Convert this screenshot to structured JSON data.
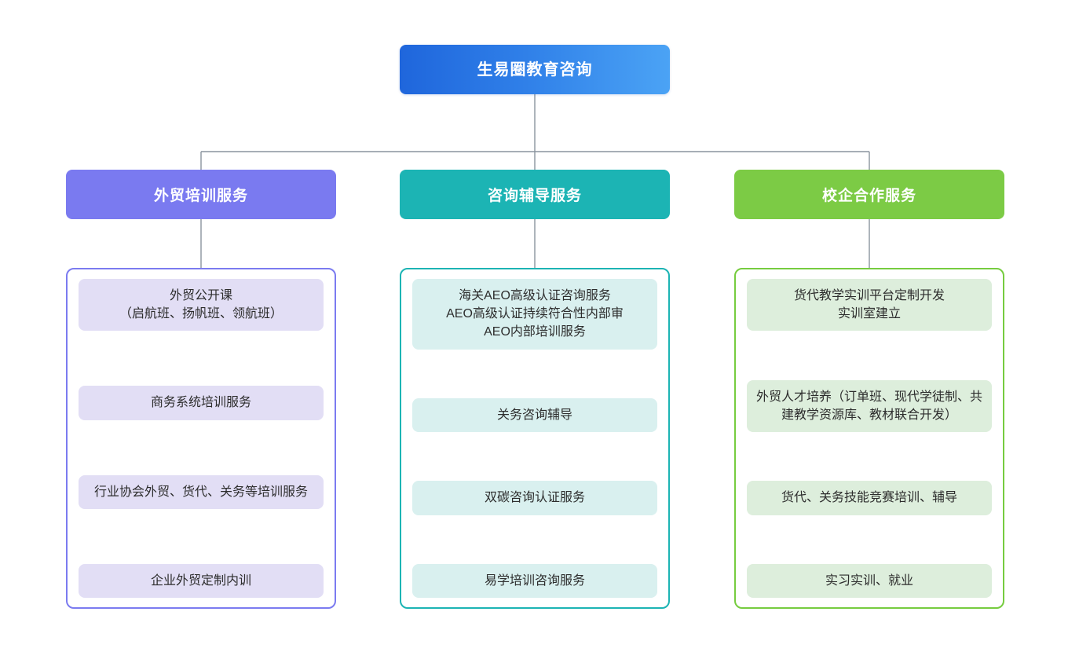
{
  "diagram": {
    "type": "organizational-chart",
    "orientation": "top-down",
    "line_color": "#8a939e",
    "root": {
      "label": "生易圈教育咨询",
      "color_start": "#1f66dc",
      "color_end": "#4ba3f5"
    },
    "branches": [
      {
        "label": "外贸培训服务",
        "accent": "#7a7af0",
        "item_fill": "#e2def5",
        "items": [
          "外贸公开课\n（启航班、扬帆班、领航班）",
          "商务系统培训服务",
          "行业协会外贸、货代、关务等培训服务",
          "企业外贸定制内训"
        ]
      },
      {
        "label": "咨询辅导服务",
        "accent": "#1cb4b4",
        "item_fill": "#d9f0ef",
        "items": [
          "海关AEO高级认证咨询服务\nAEO高级认证持续符合性内部审\nAEO内部培训服务",
          "关务咨询辅导",
          "双碳咨询认证服务",
          "易学培训咨询服务"
        ]
      },
      {
        "label": "校企合作服务",
        "accent": "#7ccb45",
        "item_fill": "#ddeedc",
        "items": [
          "货代教学实训平台定制开发\n实训室建立",
          "外贸人才培养（订单班、现代学徒制、共建教学资源库、教材联合开发）",
          "货代、关务技能竞赛培训、辅导",
          "实习实训、就业"
        ]
      }
    ]
  }
}
